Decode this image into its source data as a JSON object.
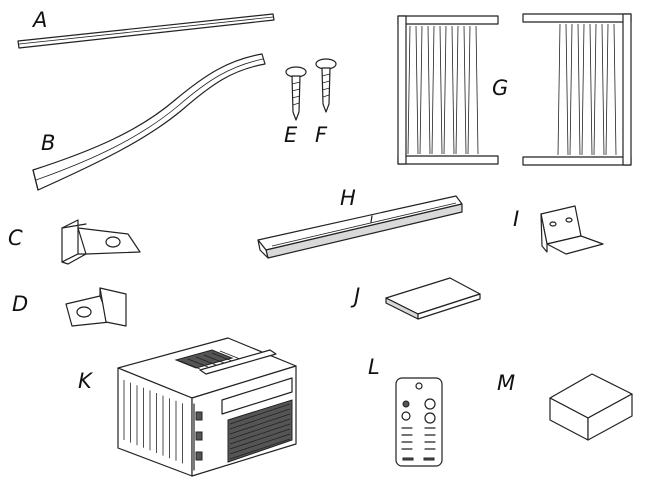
{
  "parts": [
    {
      "id": "A",
      "label": "A"
    },
    {
      "id": "B",
      "label": "B"
    },
    {
      "id": "C",
      "label": "C"
    },
    {
      "id": "D",
      "label": "D"
    },
    {
      "id": "E",
      "label": "E"
    },
    {
      "id": "F",
      "label": "F"
    },
    {
      "id": "G",
      "label": "G"
    },
    {
      "id": "H",
      "label": "H"
    },
    {
      "id": "I",
      "label": "I"
    },
    {
      "id": "J",
      "label": "J"
    },
    {
      "id": "K",
      "label": "K"
    },
    {
      "id": "L",
      "label": "L"
    },
    {
      "id": "M",
      "label": "M"
    }
  ],
  "icons": {
    "A": "top-rail",
    "B": "foam-seal-strip",
    "C": "l-bracket-left",
    "D": "l-bracket-right",
    "E": "screw",
    "F": "screw",
    "G": "accordion-side-panels",
    "H": "sill-support-channel",
    "I": "angle-bracket",
    "J": "foam-pad",
    "K": "window-air-conditioner",
    "L": "remote-control",
    "M": "foam-block"
  },
  "colors": {
    "line": "#222222",
    "fill": "#ffffff",
    "shade": "#d9d9d9"
  }
}
